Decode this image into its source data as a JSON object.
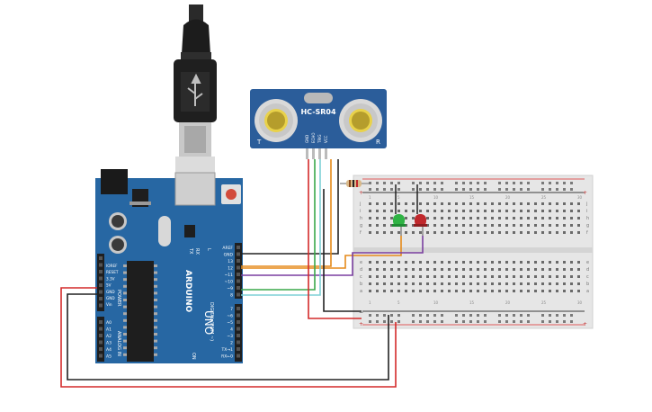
{
  "sensor": {
    "model": "HC-SR04",
    "left_mark": "T",
    "right_mark": "R",
    "pins": [
      "GND",
      "ECHO",
      "TRIG",
      "VCC"
    ]
  },
  "arduino": {
    "brand": "ARDUINO",
    "model": "UNO",
    "tx": "TX",
    "rx": "RX",
    "l": "L",
    "on": "ON",
    "power_label": "POWER",
    "analog_label": "ANALOG IN",
    "digital_label": "DIGITAL (PWM ~)",
    "power_pins": [
      "IOREF",
      "RESET",
      "3.3V",
      "5V",
      "GND",
      "GND",
      "Vin"
    ],
    "analog_pins": [
      "A0",
      "A1",
      "A2",
      "A3",
      "A4",
      "A5"
    ],
    "digital_top": [
      "AREF",
      "GND",
      "13",
      "12",
      "~11",
      "~10",
      "~9",
      "8"
    ],
    "digital_bottom": [
      "7",
      "~6",
      "~5",
      "4",
      "~3",
      "2",
      "TX→1",
      "RX←0"
    ]
  },
  "breadboard": {
    "rows": [
      "j",
      "i",
      "h",
      "g",
      "f",
      "e",
      "d",
      "c",
      "b",
      "a"
    ],
    "col_numbers": [
      "1",
      "5",
      "10",
      "15",
      "20",
      "25",
      "30"
    ],
    "plus": "+",
    "minus": "−"
  },
  "leds": [
    {
      "color": "green",
      "hex": "#2fb344"
    },
    {
      "color": "red",
      "hex": "#c0282c"
    }
  ],
  "wire_colors": {
    "black": "#222222",
    "red": "#d42a2a",
    "orange": "#e58a1a",
    "purple": "#7a3fa0",
    "green": "#3aa84a",
    "cyan": "#7fd0d6"
  }
}
